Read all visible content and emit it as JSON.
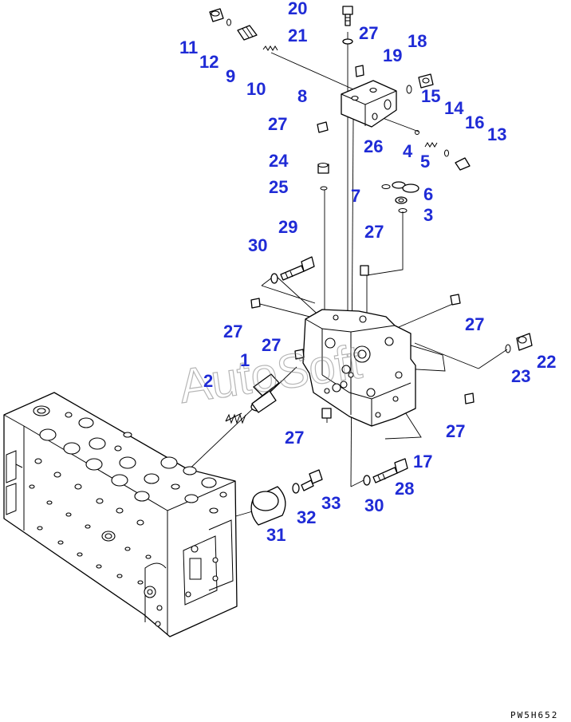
{
  "watermark": "AutoSoft",
  "drawing_code": "PW5H652",
  "callouts": [
    "1",
    "2",
    "3",
    "4",
    "5",
    "6",
    "7",
    "8",
    "9",
    "10",
    "11",
    "12",
    "13",
    "14",
    "15",
    "16",
    "17",
    "18",
    "19",
    "20",
    "21",
    "22",
    "23",
    "24",
    "25",
    "26",
    "27",
    "28",
    "29",
    "30",
    "31",
    "32",
    "33"
  ],
  "colors": {
    "callout": "#1f2bd6",
    "line": "#000000"
  }
}
